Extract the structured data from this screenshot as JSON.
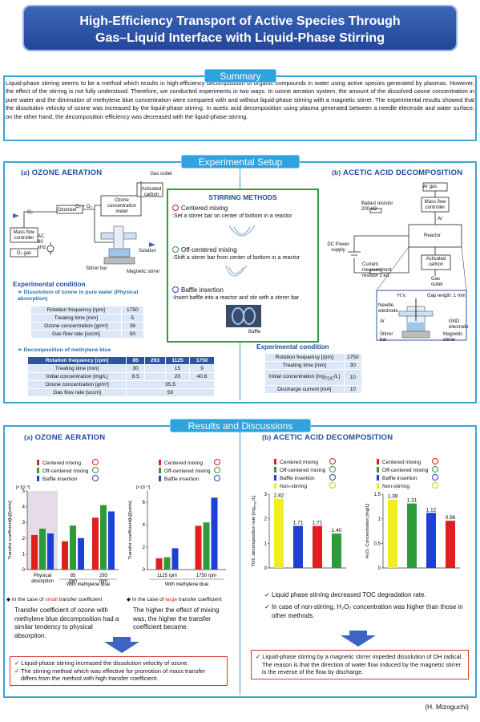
{
  "title": {
    "line1": "High-Efficiency Transport of Active Species Through",
    "line2": "Gas–Liquid Interface with Liquid-Phase Stirring"
  },
  "summary": {
    "heading": "Summary",
    "text": "Liquid-phase stirring seems to be a method which results in high-efficiency decomposition of organic compounds in water using active species generated by plasmas. However, the effect of the stirring is not fully understood. Therefore, we conducted experiments in two ways. In ozone aeration system, the amount of the dissolved ozone concentration in pure water and the diminution of methylene blue concentration were compared with and without liquid-phase stirring with a magnetic stirrer. The experimental results showed that the dissolution velocity of ozone was increased by the liquid-phase stirring. In acetic acid decomposition using plasma generated between a needle electrode and water surface, on the other hand, the decomposition efficiency was decreased with the liquid-phase stirring."
  },
  "setup": {
    "heading": "Experimental Setup",
    "a_label": "(a)",
    "a_title": "OZONE AERATION",
    "b_label": "(b)",
    "b_title": "ACETIC ACID DECOMPOSITION",
    "a_diagram": {
      "gas_outlet": "Gas outlet",
      "activated_carbon": "Activated carbon",
      "o2_o3": "O₂ + O₃",
      "ozone_meter": "Ozone concentration meter",
      "ozonizer": "Ozonizer",
      "o2": "O₂",
      "mfc": "Mass flow controller",
      "o2gas": "O₂ gas",
      "ac": "AC 80 kHz",
      "solution": "Solution",
      "stirrer_bar": "Stirrer bar",
      "magnetic_stirrer": "Magnetic stirrer"
    },
    "b_diagram": {
      "ar_gas": "Ar gas",
      "mfc": "Mass flow controller",
      "ar": "Ar",
      "ballast": "Ballast resistor 200 kΩ",
      "reactor": "Reactor",
      "dc": "DC Power supply",
      "cmr": "Current measurement resistor 1 kΩ",
      "activated_carbon": "Activated carbon",
      "gas_outlet": "Gas outlet",
      "hv": "H.V.",
      "gap": "Gap length: 1 mm",
      "needle": "Needle electrode",
      "ar2": "Ar",
      "gnd": "GND electrode",
      "stirrer_bar": "Stirrer bar",
      "magnetic_stirrer": "Magnetic stirrer"
    },
    "stirring": {
      "heading": "STIRRING METHODS",
      "items": [
        {
          "name": "Centered mixing",
          "desc": ":Set a stirrer bar on center of bottom in a reactor"
        },
        {
          "name": "Off-centered mixing",
          "desc": ":Shift a stirrer bar from center of bottom in a reactor"
        },
        {
          "name": "Baffle insertion",
          "desc": ":Insert baffle into a reactor and stir with a stirrer bar"
        }
      ],
      "baffle_label": "Baffle"
    },
    "cond_a": {
      "heading": "Experimental condition",
      "dissolution_title": "Dissolution of ozone in pure water (Physical absorption)",
      "dissolution_rows": [
        [
          "Rotation frequency [rpm]",
          "1750"
        ],
        [
          "Treating time [min]",
          "5"
        ],
        [
          "Ozone concentration [g/m³]",
          "36"
        ],
        [
          "Gas flow rate [sccm]",
          "50"
        ]
      ],
      "mb_title": "Decomposition of methylene blue",
      "mb_header": [
        "Rotation frequency [rpm]",
        "85",
        "293",
        "1125",
        "1750"
      ],
      "mb_rows": [
        [
          "Treating time [min]",
          "30",
          "",
          "15",
          "9"
        ],
        [
          "Initial concentration [mg/L]",
          "8.5",
          "",
          "20",
          "40.6"
        ],
        [
          "Ozone concentration [g/m³]",
          "35.5"
        ],
        [
          "Gas flow rate [sccm]",
          "50"
        ]
      ]
    },
    "cond_b": {
      "heading": "Experimental condition",
      "rows": [
        [
          "Rotation frequency [rpm]",
          "1750"
        ],
        [
          "Treating time [min]",
          "30"
        ],
        [
          "Initial concentration [mg",
          "TOC",
          "/L]",
          "10"
        ],
        [
          "Discharge current [mA]",
          "10"
        ]
      ]
    }
  },
  "results": {
    "heading": "Results and Discussions",
    "a_label": "(a)",
    "a_title": "OZONE AERATION",
    "b_label": "(b)",
    "b_title": "ACETIC ACID DECOMPOSITION",
    "legend_a": [
      "Centered mixing",
      "Off-centered mixing",
      "Baffle insertion"
    ],
    "legend_b": [
      "Centered mixing",
      "Off-centered mixing",
      "Baffle insertion",
      "Non-stirring"
    ],
    "note_small": "In the case of ",
    "note_small_em": "small",
    "note_small_end": " transfer coefficient",
    "note_large": "In the case of ",
    "note_large_em": "large",
    "note_large_end": " transfer coefficient",
    "text_small": "Transfer coefficient of ozone with methylene blue decomposition had a similar tendency to physical absorption.",
    "text_large": "The higher the effect of mixing was, the higher the transfer coefficient became.",
    "concl_a1": "Liquid-phase stirring increased the dissolution velocity of ozone.",
    "concl_a2": "The stirring method which was effective for promotion of mass transfer differs from the method with high transfer coefficient.",
    "check_b1": "Liquid phase stirring decreased TOC degradation rate.",
    "check_b2": "In case of non-stirring, H₂O₂ concentration was higher than those in other methods.",
    "concl_b": "Liquid-phase stirring by a magnetic stirrer impeded dissolution of OH radical. The reason is that the direction of water flow induced by the magnetic stirrer is the reverse of the flow by discharge."
  },
  "colors": {
    "centered": "#e02020",
    "off_centered": "#2e9b3a",
    "baffle": "#1f3fd6",
    "non_stirring": "#f2ee1a",
    "accent": "#2ea3dd",
    "title_bg": "#2b52a6"
  },
  "chart_data": [
    {
      "type": "bar",
      "ylabel": "Transfer coefficient[kₗ]/[cm/s]",
      "yexp": "[×10⁻³]",
      "ylim": [
        0,
        5
      ],
      "yticks": [
        "0",
        "1",
        "2",
        "3",
        "4",
        "5"
      ],
      "categories": [
        "Physical absorption",
        "85 rpm",
        "293 rpm"
      ],
      "xgroup_label": "With methylene blue",
      "series": [
        {
          "name": "Centered mixing",
          "values": [
            2.2,
            1.8,
            3.3
          ]
        },
        {
          "name": "Off-centered mixing",
          "values": [
            2.6,
            2.8,
            4.1
          ]
        },
        {
          "name": "Baffle insertion",
          "values": [
            2.3,
            2.0,
            3.7
          ]
        }
      ]
    },
    {
      "type": "bar",
      "ylabel": "Transfer coefficient[kₗ]/[cm/s]",
      "yexp": "[×10⁻³]",
      "ylim": [
        0,
        7
      ],
      "yticks": [
        "0",
        "2",
        "4",
        "6"
      ],
      "categories": [
        "1125 rpm",
        "1750 rpm"
      ],
      "xgroup_label": "With methylene blue",
      "series": [
        {
          "name": "Centered mixing",
          "values": [
            1.0,
            3.9
          ]
        },
        {
          "name": "Off-centered mixing",
          "values": [
            1.1,
            4.2
          ]
        },
        {
          "name": "Baffle insertion",
          "values": [
            1.9,
            6.4
          ]
        }
      ]
    },
    {
      "type": "bar",
      "ylabel": "TOC decomposition rate [mg",
      "ylabel_sub": "TOC",
      "ylabel_end": "/L]",
      "ylim": [
        0,
        3
      ],
      "yticks": [
        "0",
        "1",
        "2",
        "3"
      ],
      "categories": [
        "Non-stirring",
        "Centered mixing",
        "Off-centered mixing",
        "Baffle insertion"
      ],
      "series": [
        {
          "name": "Non-stirring",
          "values": [
            2.82
          ]
        },
        {
          "name": "Baffle insertion",
          "values": [
            1.71
          ]
        },
        {
          "name": "Centered mixing",
          "values": [
            1.71
          ]
        },
        {
          "name": "Off-centered mixing",
          "values": [
            1.4
          ]
        }
      ],
      "data_labels": [
        "2.82",
        "1.71",
        "1.71",
        "1.40"
      ]
    },
    {
      "type": "bar",
      "ylabel": "H₂O₂ Concentration [mg/L]",
      "ylim": [
        0,
        1.5
      ],
      "yticks": [
        "0",
        "0.5",
        "1",
        "1.5"
      ],
      "categories": [
        "Non-stirring",
        "Off-centered mixing",
        "Baffle insertion",
        "Centered mixing"
      ],
      "series": [
        {
          "name": "Non-stirring",
          "values": [
            1.39
          ]
        },
        {
          "name": "Off-centered mixing",
          "values": [
            1.31
          ]
        },
        {
          "name": "Baffle insertion",
          "values": [
            1.12
          ]
        },
        {
          "name": "Centered mixing",
          "values": [
            0.96
          ]
        }
      ],
      "data_labels": [
        "1.39",
        "1.31",
        "1.12",
        "0.96"
      ]
    }
  ],
  "credit": "(H. Mizoguchi)"
}
